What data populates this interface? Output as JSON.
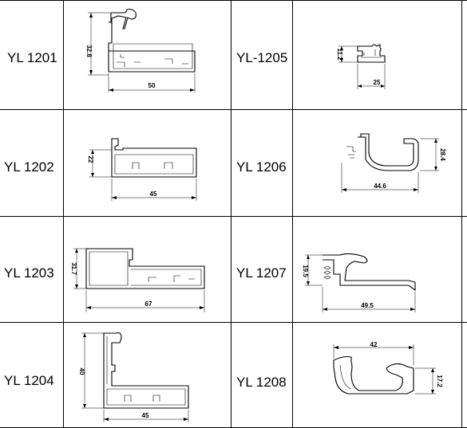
{
  "table": {
    "rows": [
      {
        "left": {
          "code": "YL 1201",
          "dims": [
            "32.8",
            "50"
          ]
        },
        "right": {
          "code": "YL-1205",
          "dims": [
            "11.2",
            "25"
          ]
        }
      },
      {
        "left": {
          "code": "YL 1202",
          "dims": [
            "22",
            "45"
          ]
        },
        "right": {
          "code": "YL 1206",
          "dims": [
            "28.4",
            "44.6"
          ]
        }
      },
      {
        "left": {
          "code": "YL 1203",
          "dims": [
            "31.7",
            "67"
          ]
        },
        "right": {
          "code": "YL 1207",
          "dims": [
            "19.5",
            "49.5"
          ]
        }
      },
      {
        "left": {
          "code": "YL 1204",
          "dims": [
            "40",
            "45"
          ]
        },
        "right": {
          "code": "YL 1208",
          "dims": [
            "42",
            "17.2"
          ]
        }
      }
    ]
  }
}
